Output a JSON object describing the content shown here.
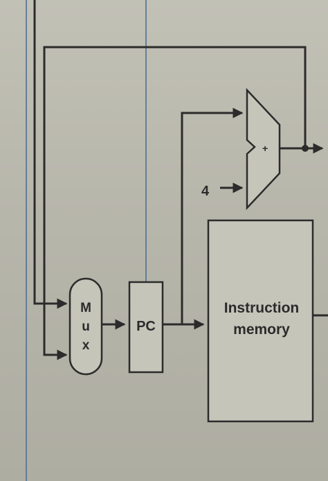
{
  "diagram": {
    "mux_label": [
      "M",
      "u",
      "x"
    ],
    "pc_label": "PC",
    "adder_symbol": "+",
    "constant_label": "4",
    "memory_label": [
      "Instruction",
      "memory"
    ]
  },
  "colors": {
    "wire": "#2b2b2b",
    "control_line": "#4d6f95",
    "paper": "#bdbcb1"
  }
}
